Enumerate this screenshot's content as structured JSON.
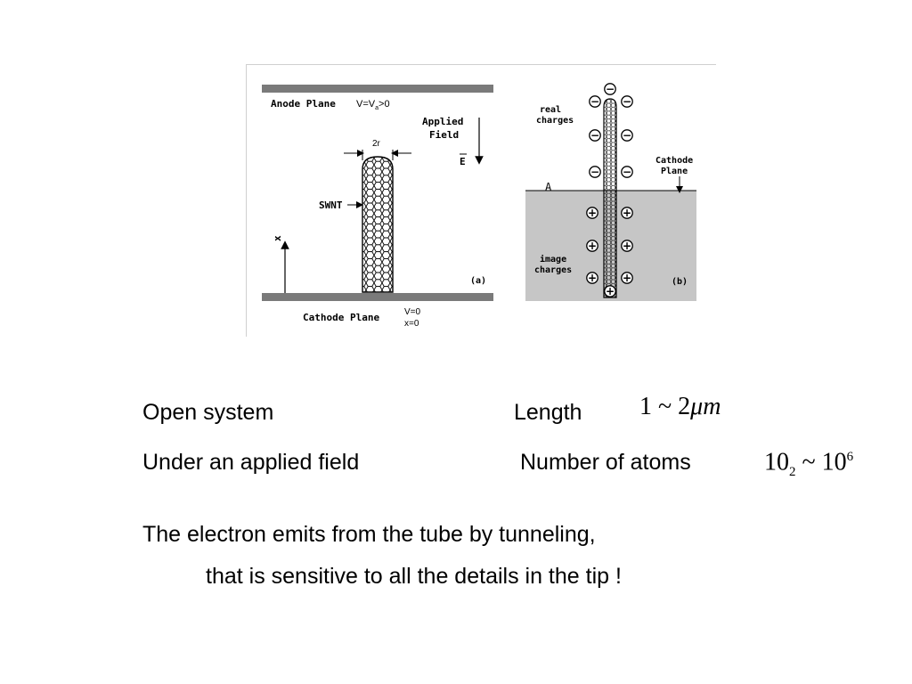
{
  "figure": {
    "panel_a": {
      "anode_label": "Anode Plane",
      "anode_voltage": "V=V",
      "anode_voltage_sub": "a",
      "anode_voltage_tail": ">0",
      "applied_field_line1": "Applied",
      "applied_field_line2": "Field",
      "field_symbol": "E",
      "radius_label": "2r",
      "swnt_label": "SWNT",
      "x_axis_symbol": "x",
      "cathode_label": "Cathode Plane",
      "cathode_v": "V=0",
      "cathode_x": "x=0",
      "panel_tag": "(a)"
    },
    "panel_b": {
      "real_charges_line1": "real",
      "real_charges_line2": "charges",
      "cathode_line1": "Cathode",
      "cathode_line2": "Plane",
      "plane_marker": "A",
      "image_charges_line1": "image",
      "image_charges_line2": "charges",
      "negative_symbol": "−",
      "positive_symbol": "+",
      "panel_tag": "(b)"
    }
  },
  "properties": {
    "open_system": "Open system",
    "length_label": "Length",
    "length_value_1": "1",
    "length_value_tilde": "~",
    "length_value_2": "2",
    "length_unit": "μm",
    "applied_field": "Under an applied field",
    "atoms_label": "Number of atoms",
    "atoms_base_1": "10",
    "atoms_exp_1": "2",
    "atoms_tilde": "~",
    "atoms_base_2": "10",
    "atoms_exp_2": "6"
  },
  "tunneling": {
    "line1": "The electron emits from the tube by tunneling,",
    "line2": "that is sensitive to all the details in the tip !"
  },
  "colors": {
    "plane_gray": "#7a7a7a",
    "image_region": "#c6c6c6",
    "ink": "#000000"
  }
}
